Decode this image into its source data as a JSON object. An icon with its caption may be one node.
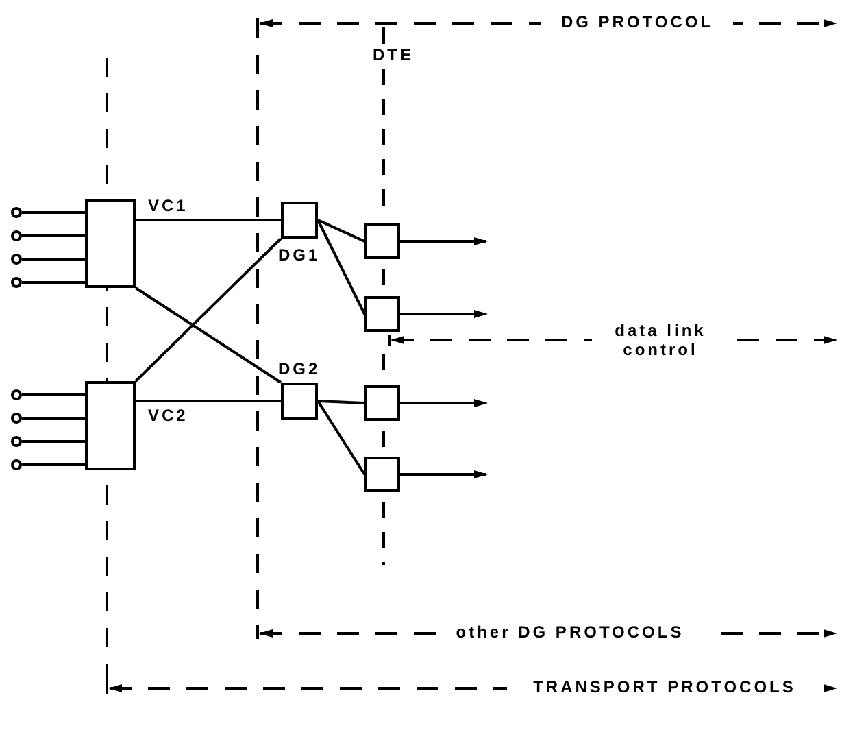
{
  "diagram": {
    "nodes": [
      {
        "text": [],
        "shape": "box"
      },
      {
        "text": [],
        "shape": "box"
      },
      {
        "text": [
          "DG1"
        ]
      },
      {
        "text": [
          "DG2"
        ]
      },
      {
        "text": [],
        "shape": "box"
      },
      {
        "text": [],
        "shape": "box"
      },
      {
        "text": [],
        "shape": "box"
      },
      {
        "text": [],
        "shape": "box"
      },
      {
        "text": [],
        "shape": "circle"
      },
      {
        "text": [],
        "shape": "circle"
      },
      {
        "text": [],
        "shape": "circle"
      },
      {
        "text": [],
        "shape": "circle"
      },
      {
        "text": [],
        "shape": "circle"
      },
      {
        "text": [],
        "shape": "circle"
      },
      {
        "text": [],
        "shape": "circle"
      },
      {
        "text": [],
        "shape": "circle"
      }
    ],
    "edges": [
      {
        "from": 8,
        "to": 0,
        "arrow": "none"
      },
      {
        "from": 9,
        "to": 0,
        "arrow": "none"
      },
      {
        "from": 10,
        "to": 0,
        "arrow": "none"
      },
      {
        "from": 11,
        "to": 0,
        "arrow": "none"
      },
      {
        "from": 12,
        "to": 1,
        "arrow": "none"
      },
      {
        "from": 13,
        "to": 1,
        "arrow": "none"
      },
      {
        "from": 14,
        "to": 1,
        "arrow": "none"
      },
      {
        "from": 15,
        "to": 1,
        "arrow": "none"
      },
      {
        "from": 0,
        "to": 2,
        "arrow": "none",
        "label": "VC1"
      },
      {
        "from": 0,
        "to": 3,
        "arrow": "none"
      },
      {
        "from": 1,
        "to": 2,
        "arrow": "none"
      },
      {
        "from": 1,
        "to": 3,
        "arrow": "none",
        "label": "VC2"
      },
      {
        "from": 2,
        "to": 4,
        "arrow": "none"
      },
      {
        "from": 2,
        "to": 5,
        "arrow": "none"
      },
      {
        "from": 3,
        "to": 6,
        "arrow": "none"
      },
      {
        "from": 3,
        "to": 7,
        "arrow": "none"
      },
      {
        "from": 4,
        "to": null,
        "arrow": "to"
      },
      {
        "from": 5,
        "to": null,
        "arrow": "to"
      },
      {
        "from": 6,
        "to": null,
        "arrow": "to"
      },
      {
        "from": 7,
        "to": null,
        "arrow": "to"
      }
    ],
    "labels": [
      "DG PROTOCOL",
      "DTE",
      "data link control",
      "other DG PROTOCOLS",
      "TRANSPORT PROTOCOLS"
    ]
  }
}
